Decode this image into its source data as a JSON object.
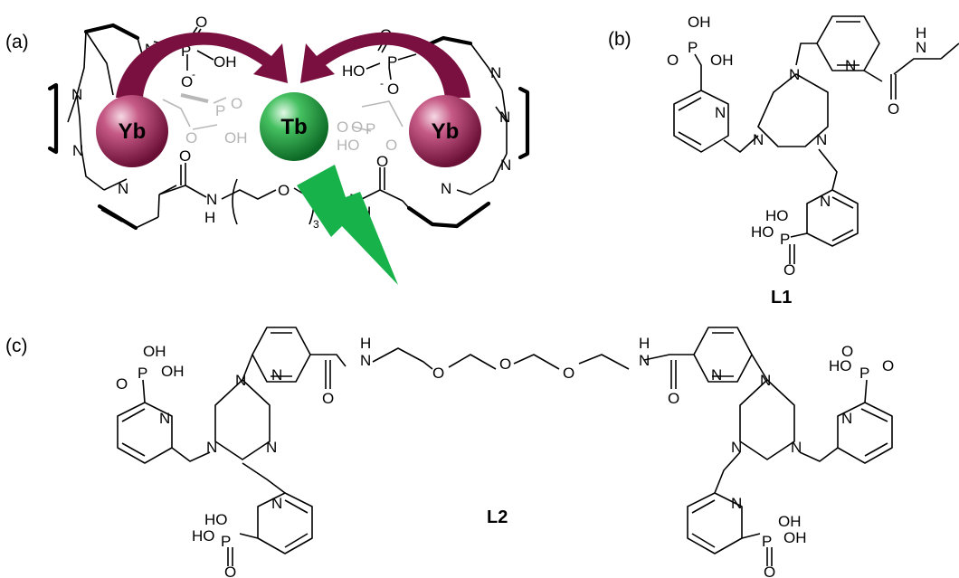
{
  "panels": {
    "a": "(a)",
    "b": "(b)",
    "c": "(c)"
  },
  "ions": {
    "left": "Yb",
    "center": "Tb",
    "right": "Yb"
  },
  "ligands": {
    "l1": "L1",
    "l2": "L2"
  },
  "atoms": {
    "O": "O",
    "N": "N",
    "P": "P",
    "H": "H",
    "OH": "OH",
    "HO": "HO",
    "Ominus": "O",
    "minus": "-",
    "three": "3"
  },
  "colors": {
    "yb": "#8c1a4a",
    "tb": "#1f9a3e",
    "arrow": "#7a1040",
    "bolt": "#17b24a"
  }
}
